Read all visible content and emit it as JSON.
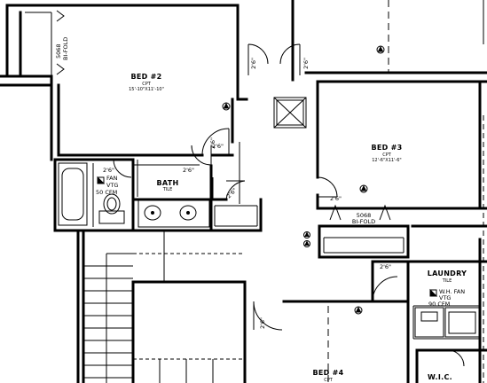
{
  "rooms": {
    "bed2": {
      "name": "BED #2",
      "material": "CPT",
      "size": "15'-10\"X11'-10\""
    },
    "bed3": {
      "name": "BED #3",
      "material": "CPT",
      "size": "12'-6\"X11'-6\""
    },
    "bed4": {
      "name": "BED #4",
      "material": "CPT"
    },
    "bath": {
      "name": "BATH",
      "material": "TILE"
    },
    "laundry": {
      "name": "LAUNDRY",
      "material": "TILE"
    },
    "wic": {
      "name": "W.I.C."
    }
  },
  "notes": {
    "bed2_closet": [
      "5068",
      "BI-FOLD"
    ],
    "bed3_closet": [
      "5068",
      "BI-FOLD"
    ],
    "bath_fan": [
      "FAN",
      "VTG",
      "50 CFM"
    ],
    "laundry_fan": [
      "W.H. FAN",
      "VTG",
      "90 CFM"
    ]
  },
  "doors": {
    "bath_entry": "2'6\"",
    "bath_tub": "2'6\"",
    "linen": "2'6\"",
    "bed2_entry": "2'6\"",
    "hall_left": "2'6\"",
    "hall_right": "2'6\"",
    "bed3_entry": "2'6\"",
    "laundry_entry": "2'6\"",
    "bed4_entry": "2'6\""
  },
  "colors": {
    "line": "#000000",
    "background": "#ffffff"
  }
}
